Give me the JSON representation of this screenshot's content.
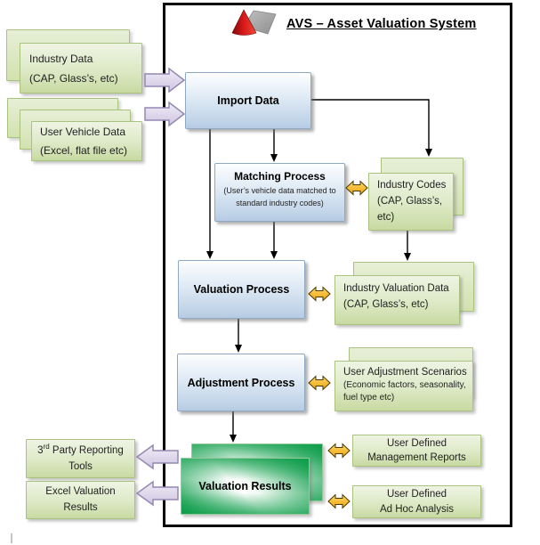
{
  "title": "AVS – Asset Valuation System",
  "inputs": {
    "industry_data": {
      "line1": "Industry Data",
      "line2": "(CAP, Glass’s, etc)"
    },
    "user_vehicle_data": {
      "line1": "User Vehicle Data",
      "line2": "(Excel, flat file etc)"
    }
  },
  "processes": {
    "import_data": {
      "label": "Import Data"
    },
    "matching": {
      "label": "Matching Process",
      "subtitle": "(User’s vehicle data matched to standard industry codes)"
    },
    "valuation": {
      "label": "Valuation Process"
    },
    "adjustment": {
      "label": "Adjustment Process"
    },
    "results": {
      "label": "Valuation Results"
    }
  },
  "data_stores": {
    "industry_codes": {
      "line1": "Industry Codes",
      "line2": "(CAP, Glass’s, etc)"
    },
    "industry_valuation": {
      "line1": "Industry Valuation Data",
      "line2": "(CAP, Glass’s, etc)"
    },
    "user_adjustment": {
      "line1": "User Adjustment Scenarios",
      "line2": "(Economic factors, seasonality, fuel type etc)"
    }
  },
  "outputs": {
    "third_party": {
      "num": "3",
      "ordinal": "rd",
      "rest": " Party Reporting",
      "line2": "Tools"
    },
    "excel": {
      "line1": "Excel Valuation",
      "line2": "Results"
    },
    "management_reports": {
      "line1": "User Defined",
      "line2": "Management Reports"
    },
    "adhoc": {
      "line1": "User Defined",
      "line2": "Ad Hoc Analysis"
    }
  },
  "colors": {
    "process_fill": "#c5d9f1",
    "process_border": "#8ea9c1",
    "data_fill": "#d7e4bc",
    "data_border": "#a9c27e",
    "results_green": "#0d9d4a",
    "sync_arrow_orange": "#fdbf2d",
    "io_arrow_lavender": "#ddd6ea",
    "frame_border": "#000000",
    "logo_red": "#cc1414",
    "logo_gray": "#a6a6a6"
  }
}
